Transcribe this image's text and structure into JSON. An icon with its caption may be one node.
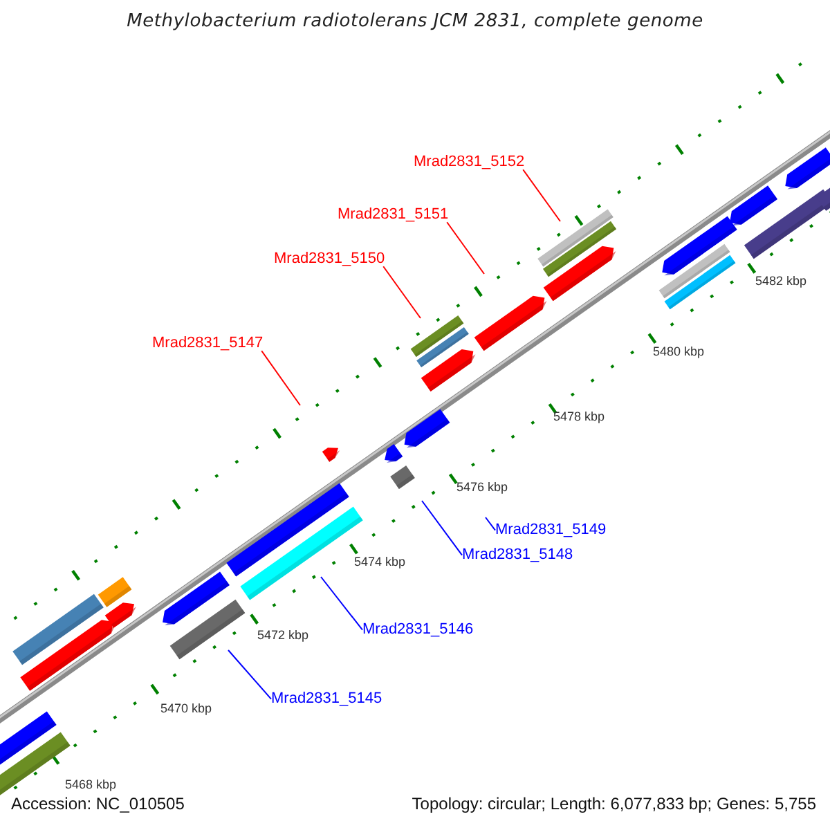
{
  "diagram": {
    "title": "Methylobacterium radiotolerans JCM 2831, complete genome",
    "nodes": [
      {
        "text": [
          "Mrad2831_5152"
        ]
      },
      {
        "text": [
          "Mrad2831_5151"
        ]
      },
      {
        "text": [
          "Mrad2831_5150"
        ]
      },
      {
        "text": [
          "Mrad2831_5147"
        ]
      },
      {
        "text": [
          "Mrad2831_5149"
        ]
      },
      {
        "text": [
          "Mrad2831_5148"
        ]
      },
      {
        "text": [
          "Mrad2831_5146"
        ]
      },
      {
        "text": [
          "Mrad2831_5145"
        ]
      }
    ],
    "edges": [
      {
        "from": 0,
        "to": null,
        "arrow": "none",
        "color": "#ff0000"
      },
      {
        "from": 1,
        "to": null,
        "arrow": "none",
        "color": "#ff0000"
      },
      {
        "from": 2,
        "to": null,
        "arrow": "none",
        "color": "#ff0000"
      },
      {
        "from": 3,
        "to": null,
        "arrow": "none",
        "color": "#ff0000"
      },
      {
        "from": 4,
        "to": null,
        "arrow": "none",
        "color": "#0000ff"
      },
      {
        "from": 5,
        "to": null,
        "arrow": "none",
        "color": "#0000ff"
      },
      {
        "from": 6,
        "to": null,
        "arrow": "none",
        "color": "#0000ff"
      },
      {
        "from": 7,
        "to": null,
        "arrow": "none",
        "color": "#0000ff"
      }
    ],
    "labels": [
      "5482 kbp",
      "5480 kbp",
      "5478 kbp",
      "5476 kbp",
      "5474 kbp",
      "5472 kbp",
      "5470 kbp",
      "5468 kbp",
      "Accession: NC_010505",
      "Topology: circular; Length: 6,077,833 bp; Genes: 5,755"
    ]
  }
}
